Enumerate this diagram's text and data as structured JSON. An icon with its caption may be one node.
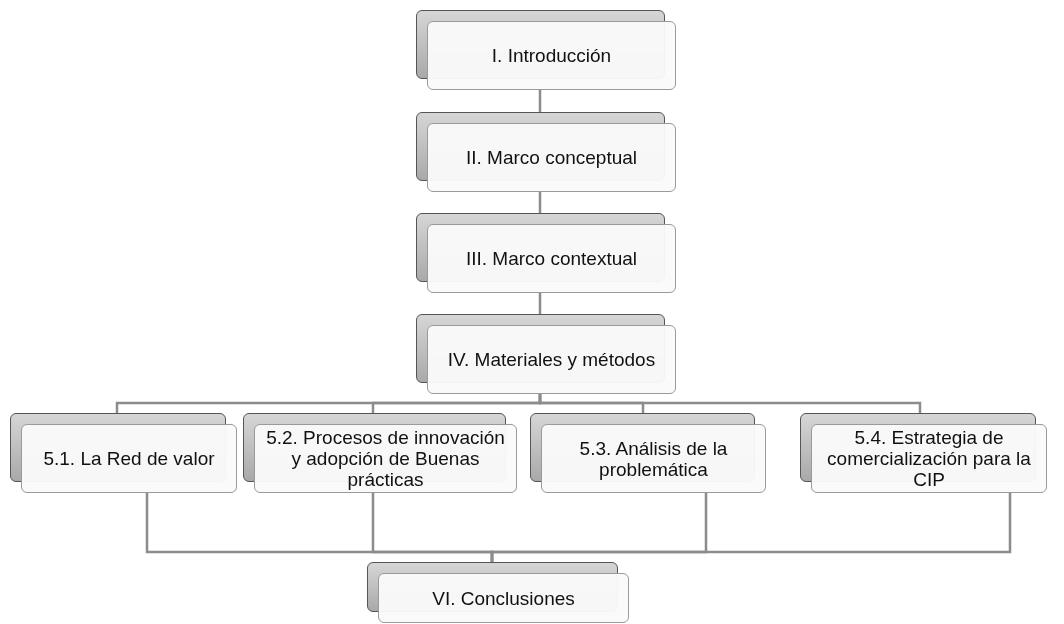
{
  "diagram": {
    "nodes": [
      {
        "text": [
          "I. Introducción"
        ]
      },
      {
        "text": [
          "II. Marco conceptual"
        ]
      },
      {
        "text": [
          "III. Marco contextual"
        ]
      },
      {
        "text": [
          "IV. Materiales y métodos"
        ]
      },
      {
        "text": [
          "5.1. La Red de valor"
        ]
      },
      {
        "text": [
          "5.2. Procesos de innovación y adopción de Buenas prácticas"
        ]
      },
      {
        "text": [
          "5.3. Análisis de la problemática"
        ]
      },
      {
        "text": [
          "5.4. Estrategia de comercialización para la CIP"
        ]
      },
      {
        "text": [
          "VI. Conclusiones"
        ]
      }
    ],
    "edges": [
      {
        "from": 0,
        "to": 1,
        "arrow": "none"
      },
      {
        "from": 1,
        "to": 2,
        "arrow": "none"
      },
      {
        "from": 2,
        "to": 3,
        "arrow": "none"
      },
      {
        "from": 3,
        "to": 4,
        "arrow": "none"
      },
      {
        "from": 3,
        "to": 5,
        "arrow": "none"
      },
      {
        "from": 3,
        "to": 6,
        "arrow": "none"
      },
      {
        "from": 3,
        "to": 7,
        "arrow": "none"
      },
      {
        "from": 4,
        "to": 8,
        "arrow": "none"
      },
      {
        "from": 5,
        "to": 8,
        "arrow": "none"
      },
      {
        "from": 6,
        "to": 8,
        "arrow": "none"
      },
      {
        "from": 7,
        "to": 8,
        "arrow": "none"
      }
    ]
  }
}
